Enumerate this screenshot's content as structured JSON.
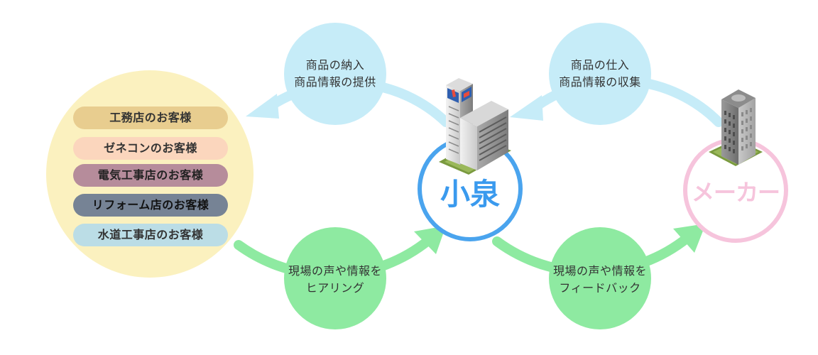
{
  "flows": {
    "top_left": {
      "line1": "商品の納入",
      "line2": "商品情報の提供"
    },
    "top_right": {
      "line1": "商品の仕入",
      "line2": "商品情報の収集"
    },
    "bottom_left": {
      "line1": "現場の声や情報を",
      "line2": "ヒアリング"
    },
    "bottom_right": {
      "line1": "現場の声や情報を",
      "line2": "フィードバック"
    }
  },
  "company": {
    "name": "小泉",
    "sign_text": "小泉"
  },
  "maker": {
    "name": "メーカー"
  },
  "customers": [
    {
      "label": "工務店のお客様",
      "color": "#e8cd8f",
      "text_color": "#333333"
    },
    {
      "label": "ゼネコンのお客様",
      "color": "#fbd6bd",
      "text_color": "#333333"
    },
    {
      "label": "電気工事店のお客様",
      "color": "#b68c9b",
      "text_color": "#222222"
    },
    {
      "label": "リフォーム店のお客様",
      "color": "#768395",
      "text_color": "#111111"
    },
    {
      "label": "水道工事店のお客様",
      "color": "#bbdde6",
      "text_color": "#333333"
    }
  ],
  "colors": {
    "customer_circle": "#fbf1bf",
    "flow_blue": "#c6ecf8",
    "flow_green": "#8eeaa1",
    "company_ring": "#4aa4ee",
    "maker_ring": "#f6c4dc"
  }
}
